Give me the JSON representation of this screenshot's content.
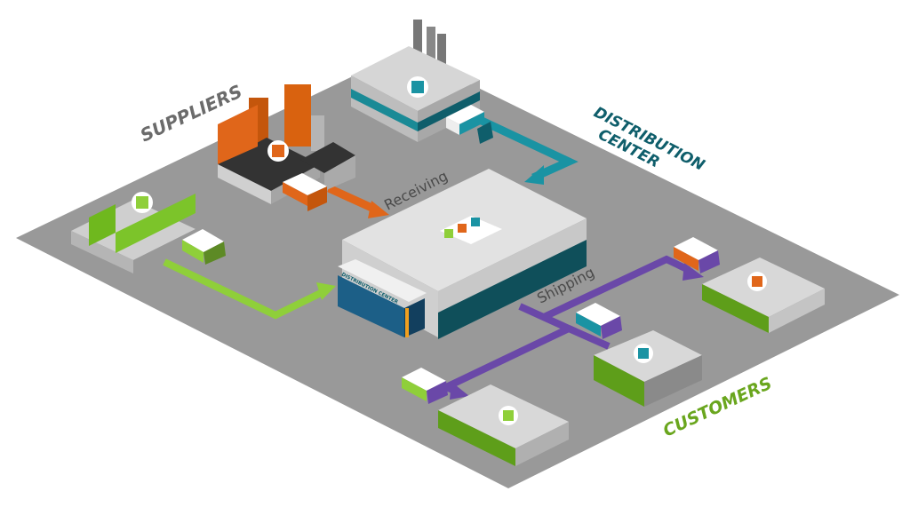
{
  "labels": {
    "suppliers": "SUPPLIERS",
    "distribution_center_line1": "DISTRIBUTION",
    "distribution_center_line2": "CENTER",
    "customers": "CUSTOMERS",
    "receiving": "Receiving",
    "shipping": "Shipping",
    "building_sign": "DISTRIBUTION CENTER"
  },
  "colors": {
    "ground": "#999999",
    "suppliers_label": "#6b6b6b",
    "distribution_label": "#0f5e6b",
    "customers_label": "#6aa61e",
    "orange_flow": "#e0661a",
    "teal_flow": "#1a93a3",
    "green_flow": "#8fcf3a",
    "purple_flow": "#6a48a8"
  }
}
